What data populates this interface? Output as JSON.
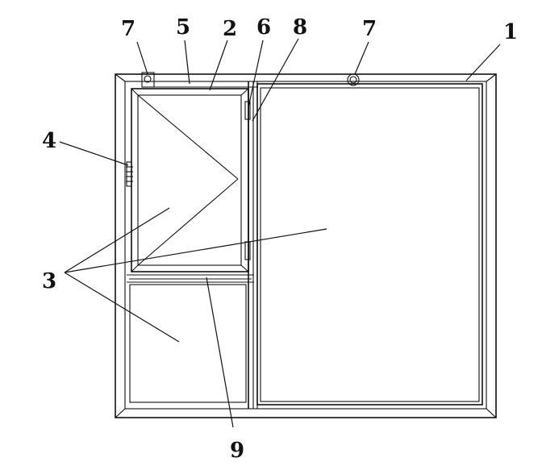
{
  "figure": {
    "labels": {
      "frame": "1",
      "sash_frame": "2",
      "glass": "3",
      "handle": "4",
      "top_bar": "5",
      "hinge": "6",
      "hinge_post": "8",
      "sensor": "7",
      "transom": "9"
    }
  }
}
